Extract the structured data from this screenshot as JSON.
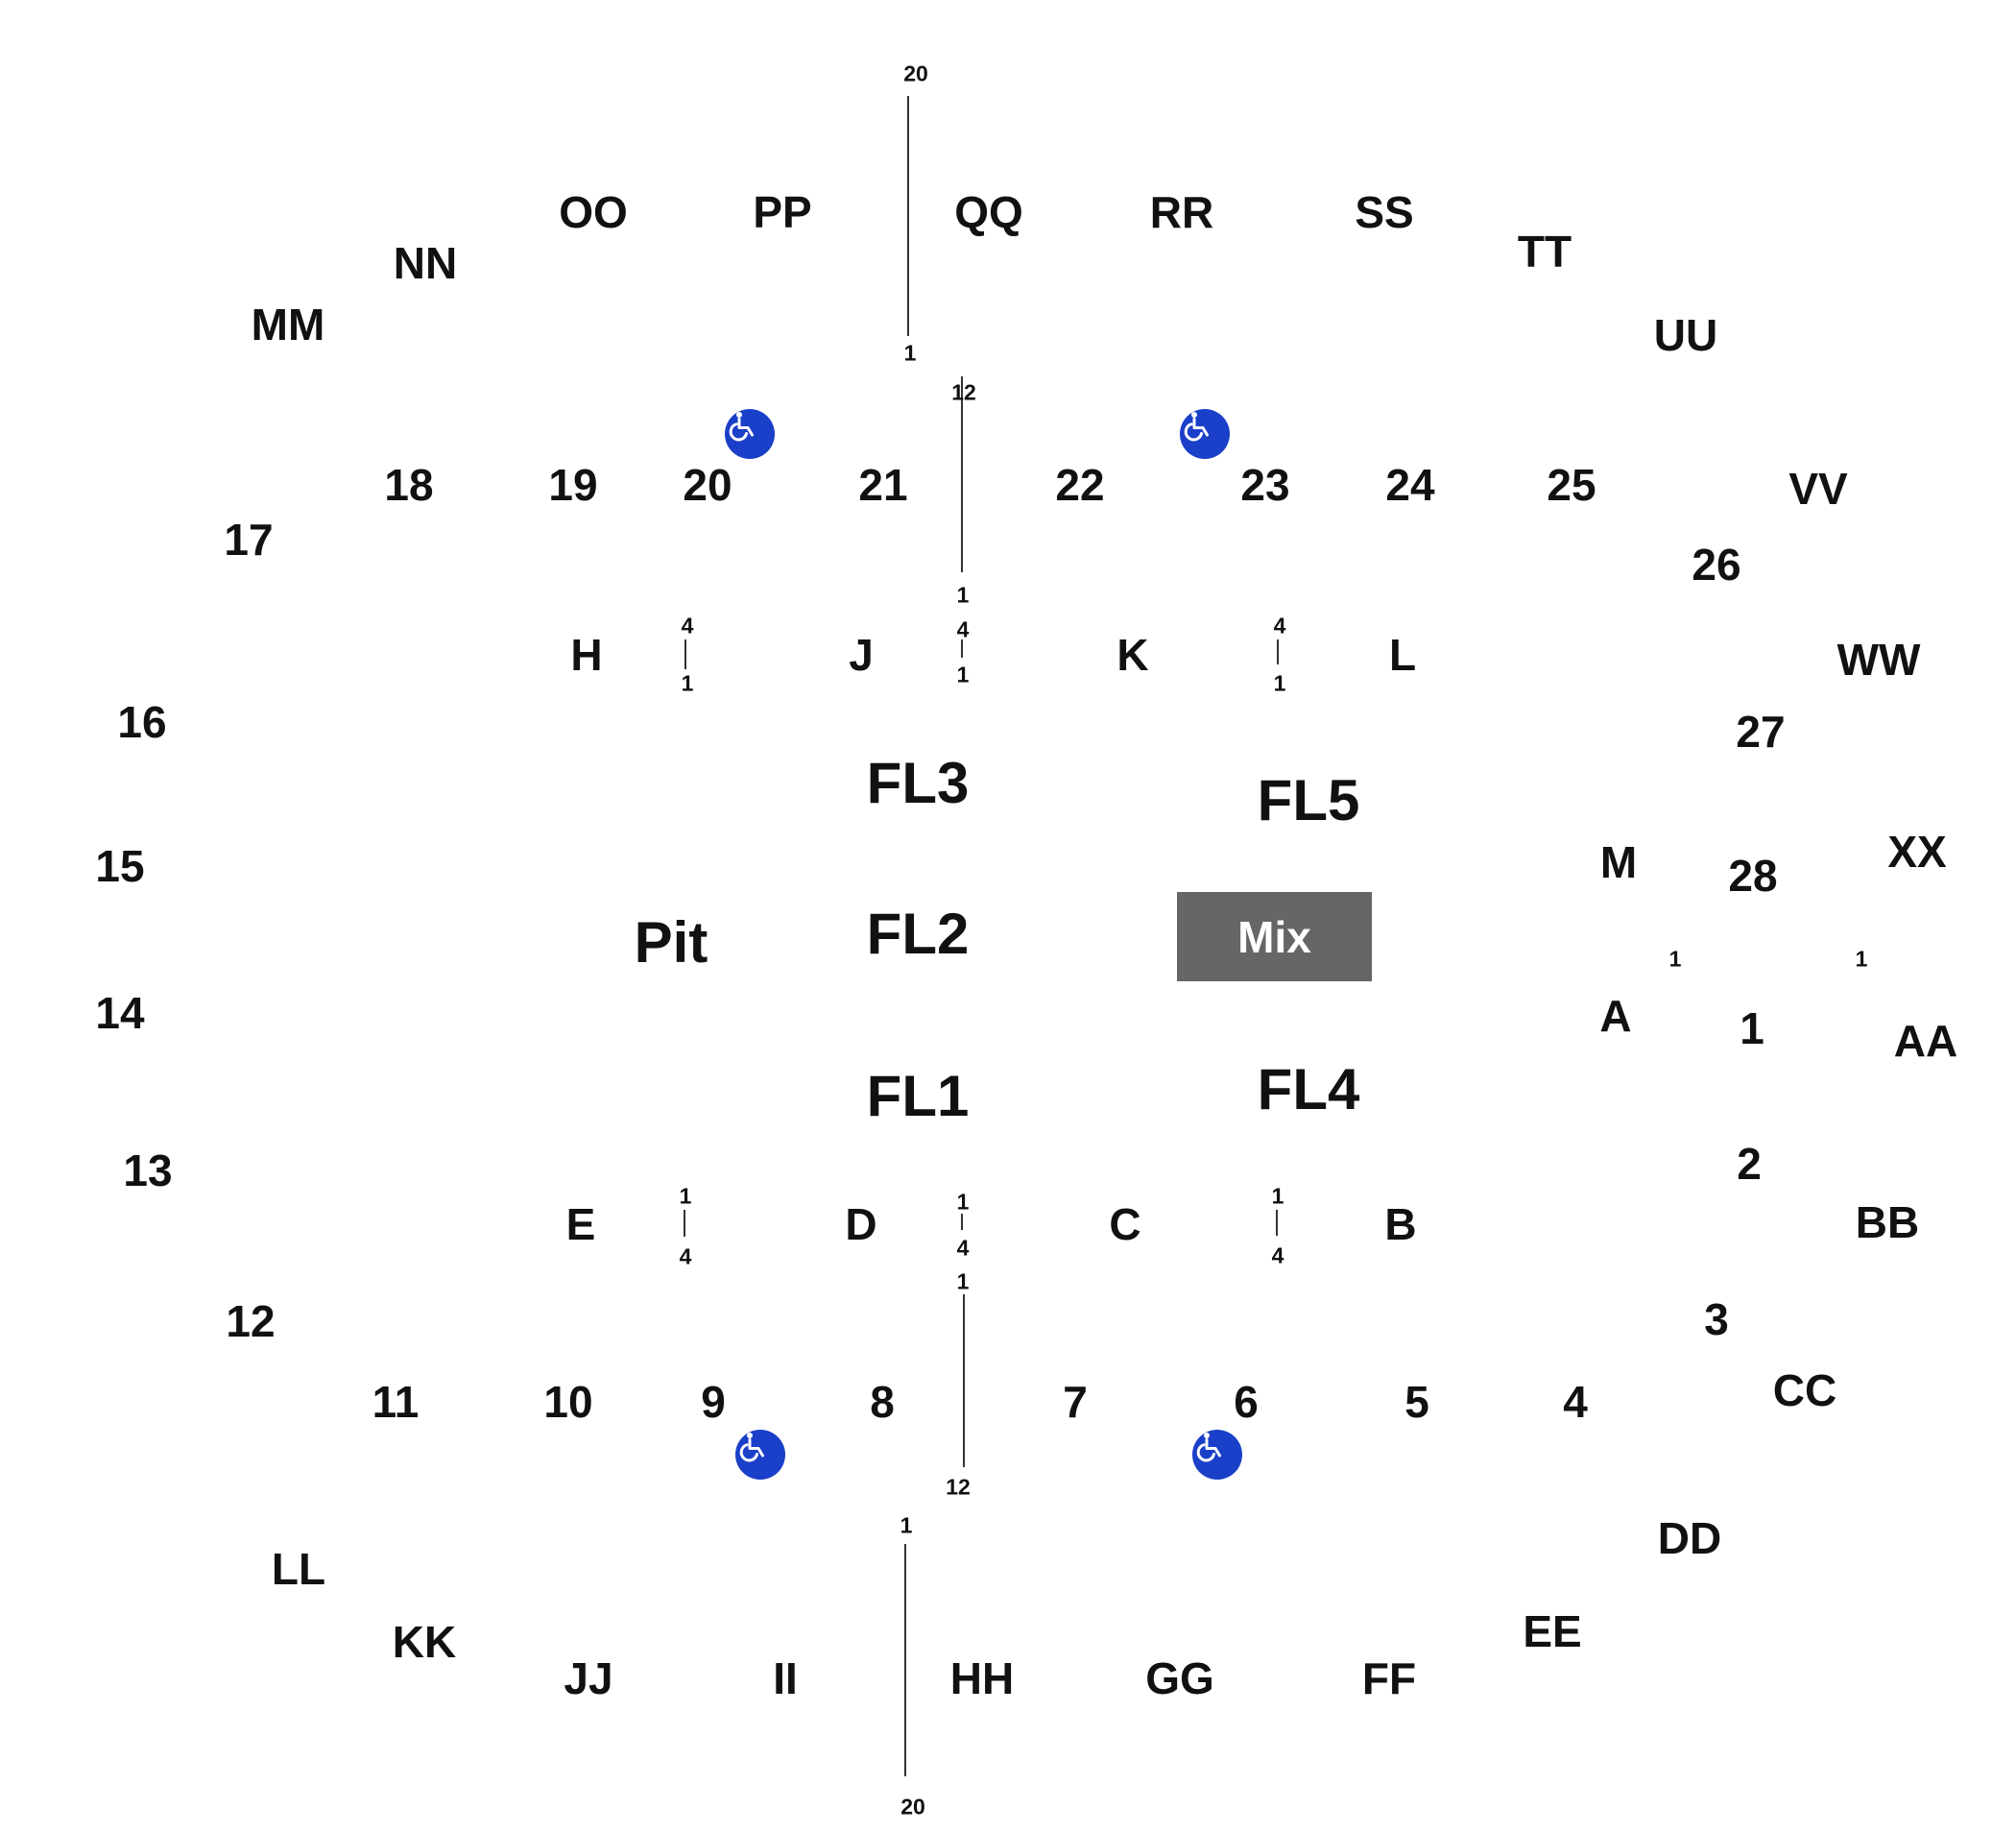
{
  "colors": {
    "text": "#111111",
    "mix_box": "#666666",
    "mix_text": "#ffffff",
    "accessible": "#1a3fc8",
    "aisle_line": "#333333"
  },
  "icons": {
    "accessible": "wheelchair-icon"
  },
  "mix_label": "Mix",
  "floor": {
    "pit": "Pit",
    "fl1": "FL1",
    "fl2": "FL2",
    "fl3": "FL3",
    "fl4": "FL4",
    "fl5": "FL5"
  },
  "sections_lower_top": [
    "17",
    "18",
    "19",
    "20",
    "21",
    "22",
    "23",
    "24",
    "25",
    "26",
    "27",
    "28"
  ],
  "sections_lower_bottom": [
    "1",
    "2",
    "3",
    "4",
    "5",
    "6",
    "7",
    "8",
    "9",
    "10",
    "11",
    "12"
  ],
  "sections_lower_left": [
    "13",
    "14",
    "15",
    "16"
  ],
  "sections_upper": [
    "AA",
    "BB",
    "CC",
    "DD",
    "EE",
    "FF",
    "GG",
    "HH",
    "II",
    "JJ",
    "KK",
    "LL",
    "MM",
    "NN",
    "OO",
    "PP",
    "QQ",
    "RR",
    "SS",
    "TT",
    "UU",
    "VV",
    "WW",
    "XX"
  ],
  "sections_floor_side": [
    "A",
    "B",
    "C",
    "D",
    "E",
    "H",
    "J",
    "K",
    "L",
    "M"
  ],
  "row_markers": {
    "one": "1",
    "four": "4",
    "twelve": "12",
    "twenty": "20"
  }
}
